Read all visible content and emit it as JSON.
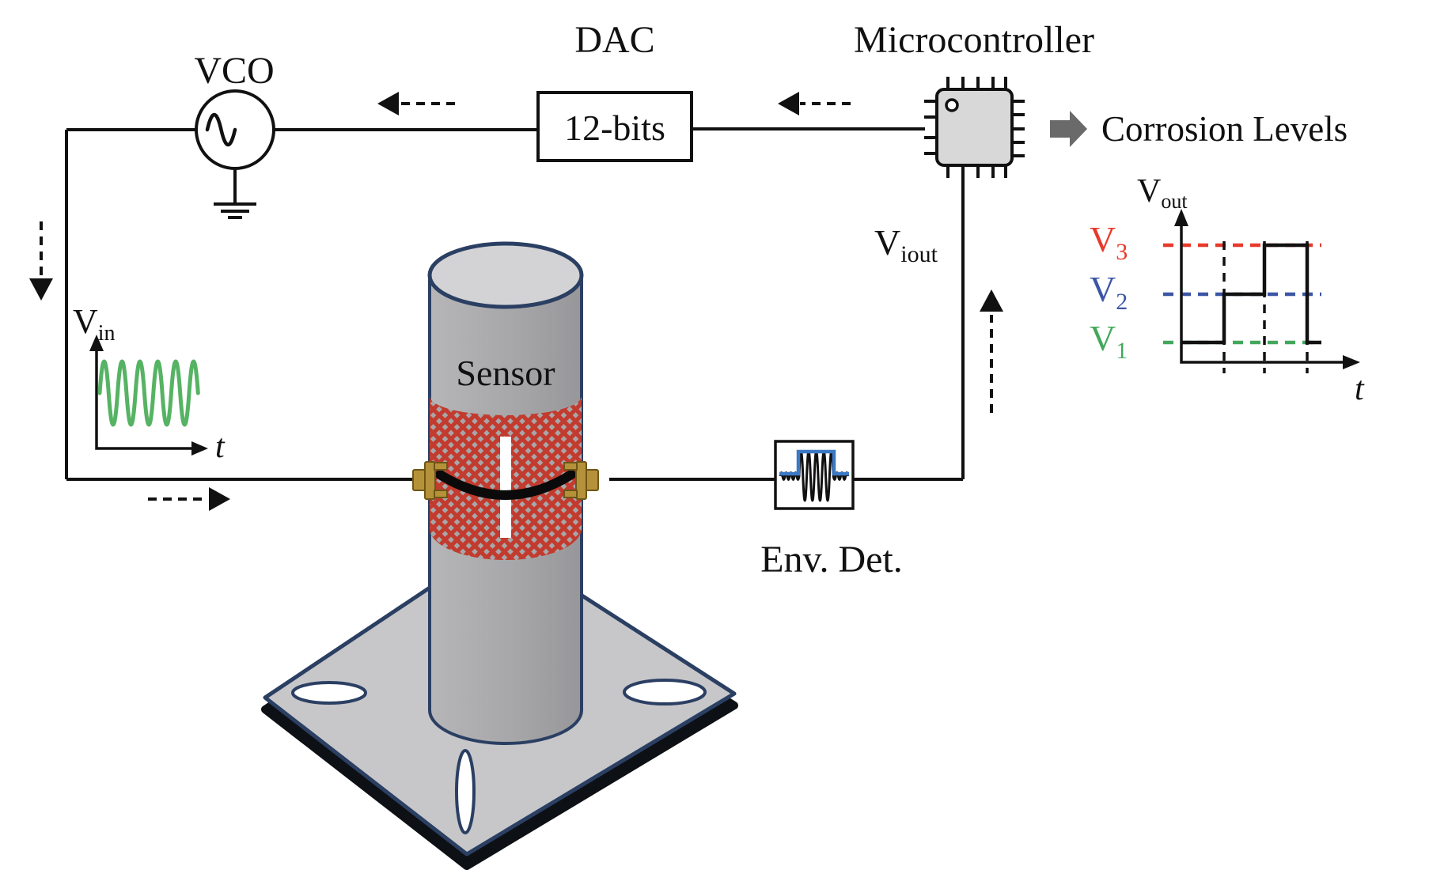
{
  "colors": {
    "wire": "#111111",
    "red": "#e8392a",
    "blue": "#3c55a5",
    "green": "#43a85c",
    "sine_green": "#56b364",
    "env_blue": "#3b79c4",
    "navy": "#2b3f63",
    "gray_arrow": "#6a6a6a",
    "chip_fill": "#d8d8d8",
    "cyl_body": "#a7a7a9",
    "cyl_body_light": "#b6b6b8",
    "cyl_top": "#d3d3d5",
    "plate": "#c7c7c9",
    "gold": "#b5923a",
    "gold_dark": "#6e5617",
    "corr_red": "#c23b2e",
    "shadow": "#0d1014"
  },
  "components": {
    "vco": {
      "label": "VCO"
    },
    "dac": {
      "label": "DAC",
      "value": "12-bits"
    },
    "microcontroller": {
      "label": "Microcontroller"
    },
    "corrosion": {
      "label": "Corrosion Levels"
    },
    "sensor": {
      "label": "Sensor"
    },
    "env_det": {
      "label": "Env. Det."
    }
  },
  "signals": {
    "v_in": {
      "base": "V",
      "sub": "in"
    },
    "v_iout": {
      "base": "V",
      "sub": "iout"
    },
    "v_out": {
      "base": "V",
      "sub": "out"
    },
    "t_in": "t",
    "t_out": "t"
  },
  "levels": [
    {
      "base": "V",
      "sub": "1",
      "color": "#43a85c"
    },
    {
      "base": "V",
      "sub": "2",
      "color": "#3c55a5"
    },
    {
      "base": "V",
      "sub": "3",
      "color": "#e8392a"
    }
  ],
  "chart_data": [
    {
      "type": "line",
      "id": "vout-corrosion-staircase",
      "title": "Vout vs t (corrosion level steps)",
      "xlabel": "t",
      "ylabel": "Vout",
      "y_levels": {
        "V1": 1,
        "V2": 2,
        "V3": 3
      },
      "series": [
        {
          "name": "Vout",
          "x": [
            0,
            1,
            1,
            2,
            2,
            3,
            3,
            3.3
          ],
          "y": [
            1,
            1,
            2,
            2,
            3,
            3,
            1,
            1
          ]
        }
      ],
      "level_line_colors": {
        "V1": "#43a85c",
        "V2": "#3c55a5",
        "V3": "#e8392a"
      },
      "grid": "dashed vertical guides at each step",
      "legend_position": "left-of-axis labels V3,V2,V1"
    },
    {
      "type": "line",
      "id": "vin-excitation",
      "title": "Vin vs t (VCO output)",
      "xlabel": "t",
      "ylabel": "Vin",
      "waveform": "constant-amplitude sine, ~5.5 cycles",
      "color": "#56b364"
    }
  ]
}
